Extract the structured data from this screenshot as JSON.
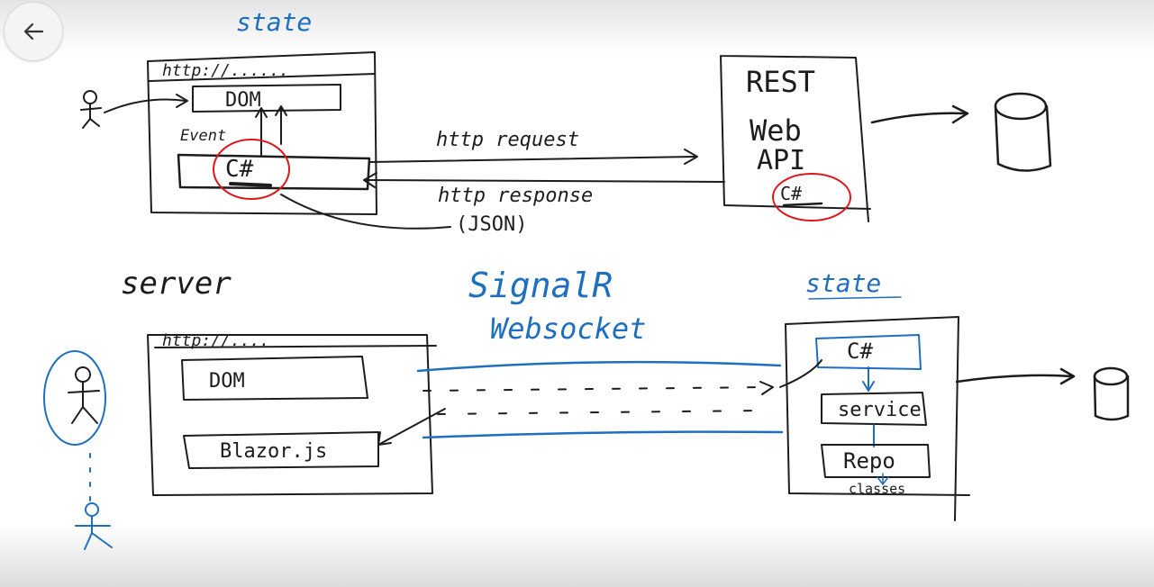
{
  "icons": {
    "back": "arrow-left-icon"
  },
  "colors": {
    "ink": "#1c1c1c",
    "blue": "#1f6fbf",
    "red": "#e0161b"
  },
  "top": {
    "state_label": "state",
    "url_bar": "http://......",
    "dom_label": "DOM",
    "event_label": "Event",
    "csharp_label": "C#",
    "request_label": "http request",
    "response_label": "http response",
    "json_label": "(JSON)",
    "api_line1": "REST",
    "api_line2": "Web",
    "api_line3": "API",
    "api_csharp": "C#"
  },
  "bottom": {
    "server_label": "server",
    "url_bar": "http://....",
    "dom_label": "DOM",
    "blazor_label": "Blazor.js",
    "signalr_label": "SignalR",
    "websocket_label": "Websocket",
    "state_label": "state",
    "csharp_label": "C#",
    "service_label": "service",
    "repo_label": "Repo",
    "extra_label": "classes"
  }
}
